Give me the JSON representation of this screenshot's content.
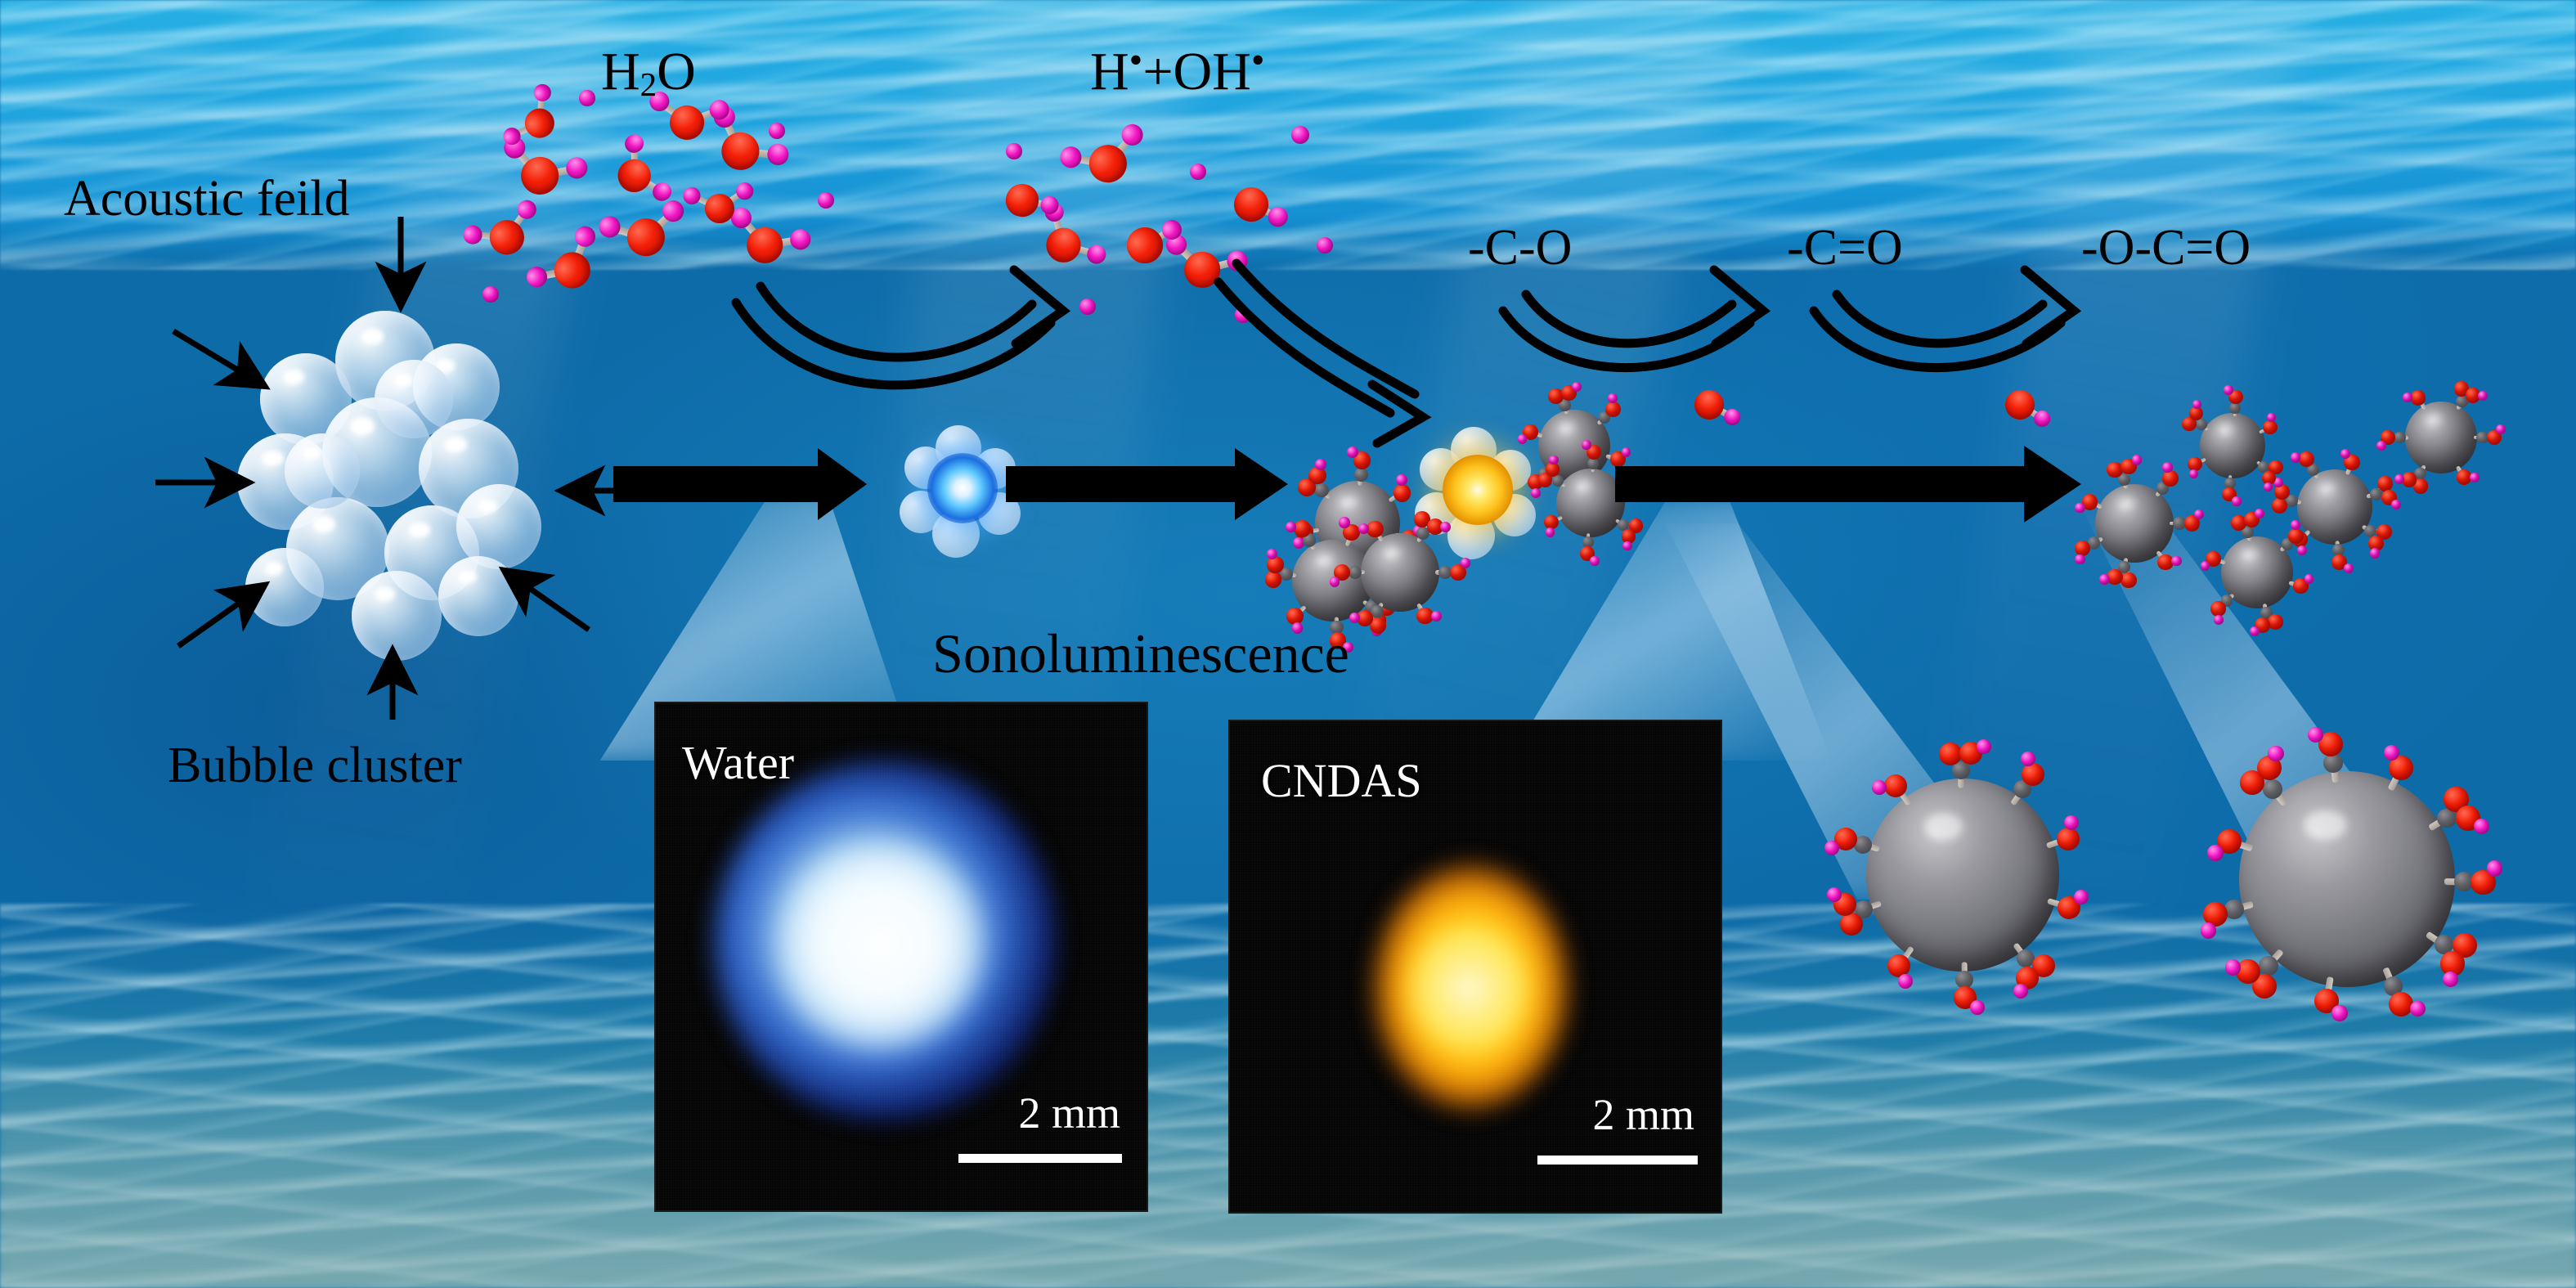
{
  "figure": {
    "kind": "scientific-graphical-abstract",
    "subject": "Sonoluminescence of carbon nanodot aqueous suspension (CNDAS) under acoustic cavitation",
    "background": "underwater scene"
  },
  "labels": {
    "acoustic_field": "Acoustic feild",
    "bubble_cluster": "Bubble cluster",
    "water_molecule": "H2O",
    "water_molecule_sub": "2",
    "water_molecule_pre": "H",
    "water_molecule_post": "O",
    "radicals": "H•+OH•",
    "radicals_h": "H",
    "radicals_plus_oh": "+OH",
    "radical_dot": "•",
    "sonoluminescence": "Sonoluminescence",
    "group_c_o": "-C-O",
    "group_c_eq_o": "-C=O",
    "group_o_c_eq_o": "-O-C=O"
  },
  "panels": [
    {
      "id": "water-panel",
      "title": "Water",
      "scale_label": "2 mm",
      "emission_color": "#2f7dff",
      "core_color": "#ffffff",
      "background": "#050505",
      "description": "blue-white sonoluminescence glow"
    },
    {
      "id": "cndas-panel",
      "title": "CNDAS",
      "scale_label": "2 mm",
      "emission_color": "#ffb000",
      "core_color": "#fff07a",
      "background": "#050505",
      "description": "golden-orange sonoluminescence glow"
    }
  ],
  "reaction_steps": [
    {
      "index": 1,
      "label": "H2O",
      "role": "water molecules in acoustic field"
    },
    {
      "index": 2,
      "label": "H•+OH•",
      "role": "radical generation by cavitation"
    },
    {
      "index": 3,
      "label": "-C-O",
      "role": "carbon nanodot surface hydroxyl / ether group"
    },
    {
      "index": 4,
      "label": "-C=O",
      "role": "carbonyl group"
    },
    {
      "index": 5,
      "label": "-O-C=O",
      "role": "carboxyl group"
    }
  ],
  "colors": {
    "oxygen_atom": "#f42008",
    "hydrogen_atom": "#f316c6",
    "carbon_atom": "#5c5c63",
    "bond": "#bdb6af",
    "nanoparticle": "#7a7a81",
    "bubble": "#dceaf9",
    "water_deep": "#0a5ea4",
    "water_surface": "#1fa3de",
    "seabed": "#6ba4ae",
    "text": "#000000",
    "panel_text": "#ffffff",
    "sl_blue": "#1a6fe0",
    "sl_gold": "#ffc41f"
  },
  "arrows": {
    "straight_count": 3,
    "curved_count": 3,
    "pointer_count": 4,
    "color": "#000000",
    "description": "black block arrows show process flow left to right; thin pointers annotate acoustic field and bubble cluster; open curved arrows link chemical species"
  }
}
